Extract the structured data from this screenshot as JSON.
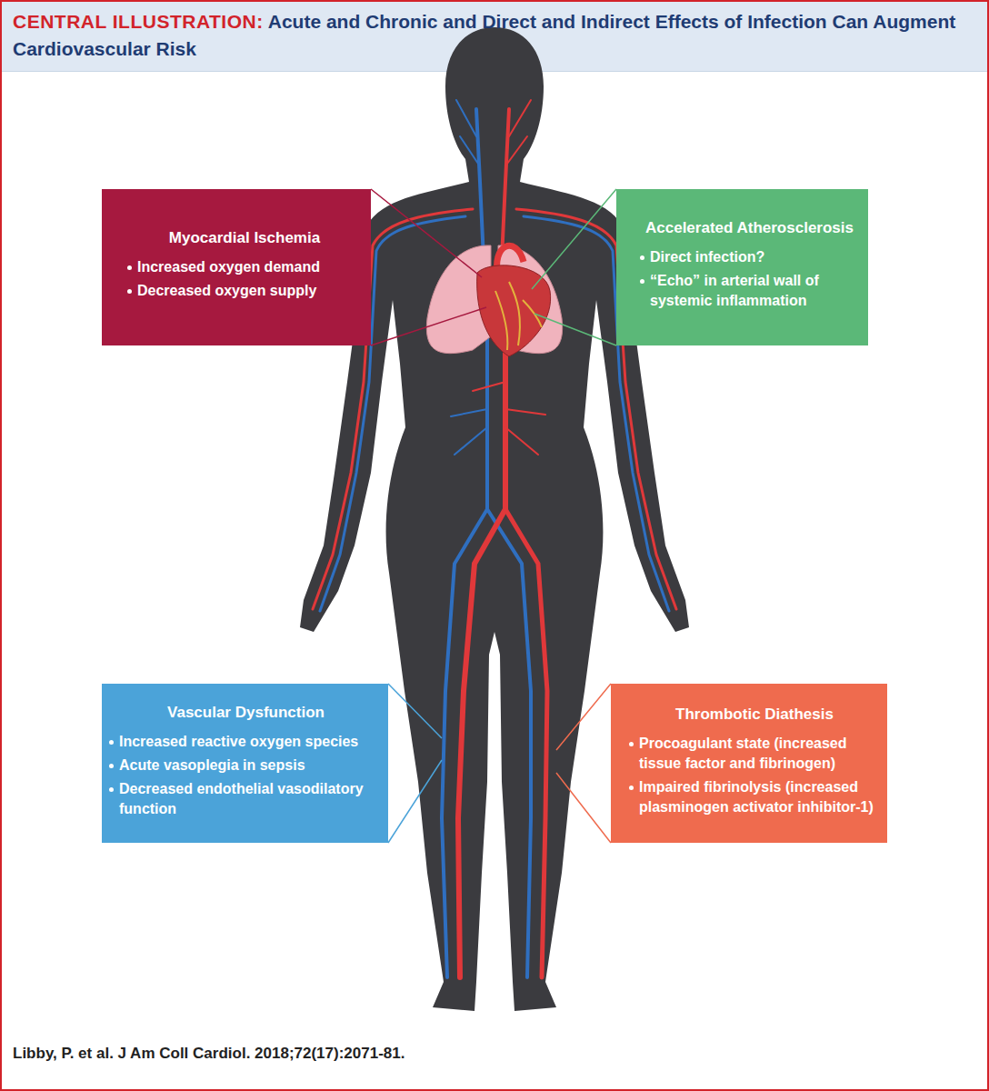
{
  "diagram": {
    "title": "Acute and Chronic and Direct and Indirect Effects of Infection Can Augment Cardiovascular Risk",
    "caption": "Libby, P. et al. J Am Coll Cardiol. 2018;72(17):2071-81.",
    "nodes": [
      {
        "text": [
          "Myocardial Ischemia",
          "Increased oxygen demand",
          "Decreased oxygen supply"
        ]
      },
      {
        "text": [
          "Accelerated Atherosclerosis",
          "Direct infection?",
          "“Echo” in arterial wall of systemic inflammation"
        ]
      },
      {
        "text": [
          "Vascular Dysfunction",
          "Increased reactive oxygen species",
          "Acute vasoplegia in sepsis",
          "Decreased endothelial vasodilatory function"
        ]
      },
      {
        "text": [
          "Thrombotic Diathesis",
          "Procoagulant state (increased tissue factor and fibrinogen)",
          "Impaired fibrinolysis (increased plasminogen activator inhibitor-1)"
        ]
      }
    ],
    "labels": [
      "CENTRAL ILLUSTRATION:"
    ]
  }
}
